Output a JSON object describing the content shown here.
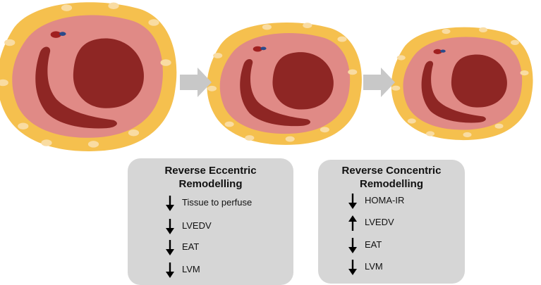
{
  "panels": [
    {
      "id": "eccentric",
      "title_line1": "Reverse Eccentric",
      "title_line2": "Remodelling",
      "items": [
        {
          "label": "Tissue to perfuse",
          "direction": "down"
        },
        {
          "label": "LVEDV",
          "direction": "down"
        },
        {
          "label": "EAT",
          "direction": "down"
        },
        {
          "label": "LVM",
          "direction": "down"
        }
      ]
    },
    {
      "id": "concentric",
      "title_line1": "Reverse Concentric",
      "title_line2": "Remodelling",
      "items": [
        {
          "label": "HOMA-IR",
          "direction": "down"
        },
        {
          "label": "LVEDV",
          "direction": "up"
        },
        {
          "label": "EAT",
          "direction": "down"
        },
        {
          "label": "LVM",
          "direction": "down"
        }
      ]
    }
  ],
  "colors": {
    "fat": "#f5c04e",
    "fat_spot": "#f9dca2",
    "myocardium": "#e08a86",
    "cavity": "#8e2624",
    "flow_arrow": "#c8c8c8",
    "panel": "#d6d6d6"
  }
}
